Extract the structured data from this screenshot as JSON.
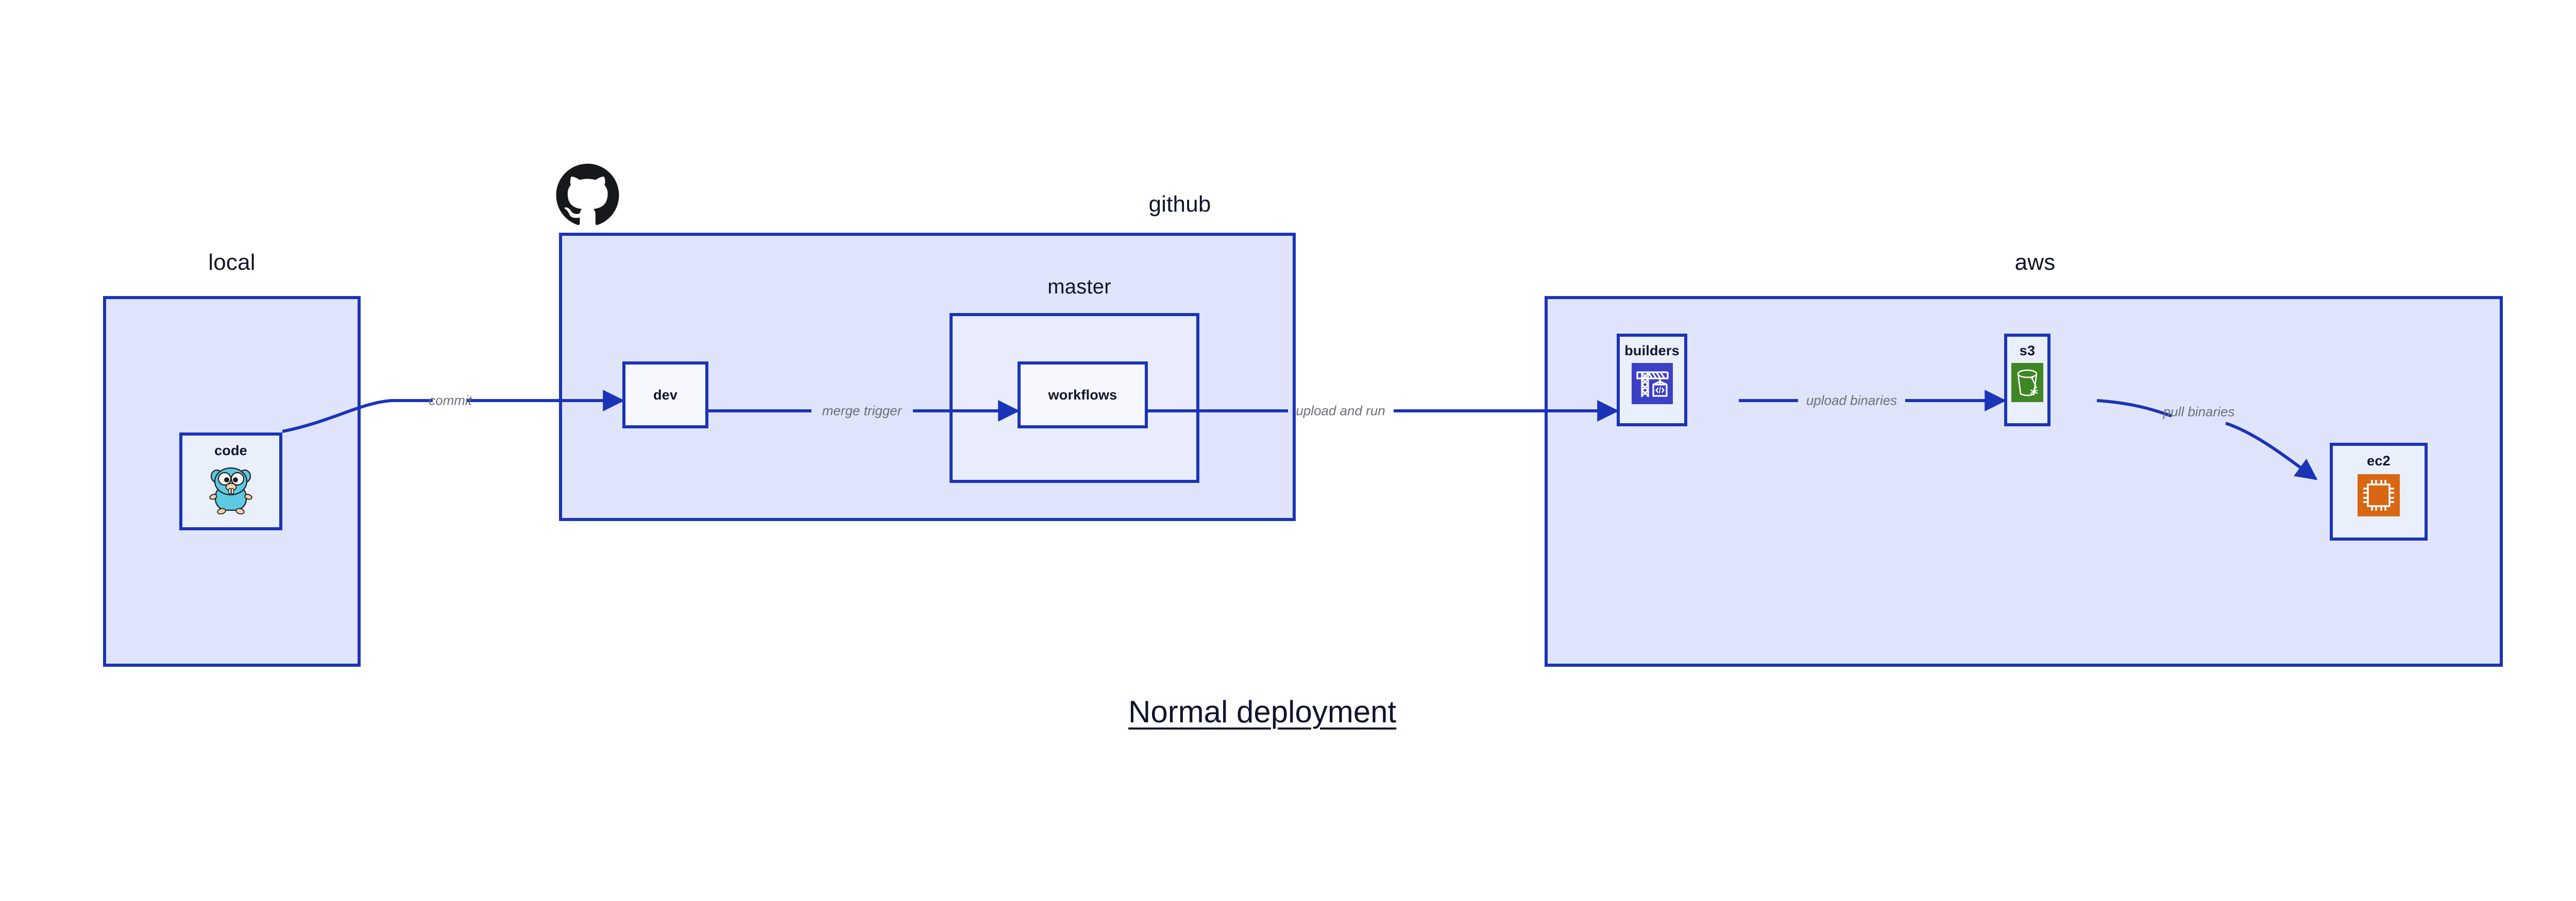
{
  "caption": "Normal deployment",
  "theme": {
    "group_fill": "#dfe4fa",
    "subgroup_fill": "#e8ecfb",
    "node_fill": "#eaeffc",
    "node_fill_white": "#f6f8fe",
    "border": "#1a34b8",
    "edge": "#1a34b8",
    "edge_label": "#6d6f76",
    "text": "#10142c",
    "gopher_cyan": "#5dc9e2",
    "codebuild_indigo": "#3c40c6",
    "s3_green": "#3f8624",
    "ec2_orange": "#d86613",
    "github_black": "#17181b"
  },
  "groups": [
    {
      "id": "local",
      "title": "local",
      "icon": null
    },
    {
      "id": "github",
      "title": "github",
      "icon": "github-octocat-icon"
    },
    {
      "id": "aws",
      "title": "aws",
      "icon": null
    }
  ],
  "subgroups": [
    {
      "id": "master",
      "title": "master",
      "parent": "github"
    }
  ],
  "nodes": [
    {
      "id": "code",
      "label": "code",
      "icon": "go-gopher-icon",
      "parent": "local"
    },
    {
      "id": "dev",
      "label": "dev",
      "icon": null,
      "parent": "github"
    },
    {
      "id": "workflows",
      "label": "workflows",
      "icon": null,
      "parent": "master"
    },
    {
      "id": "builders",
      "label": "builders",
      "icon": "aws-codebuild-crane-icon",
      "parent": "aws"
    },
    {
      "id": "s3",
      "label": "s3",
      "icon": "aws-s3-bucket-icon",
      "parent": "aws"
    },
    {
      "id": "ec2",
      "label": "ec2",
      "icon": "aws-ec2-chip-icon",
      "parent": "aws"
    }
  ],
  "edges": [
    {
      "id": "commit",
      "from": "code",
      "to": "dev",
      "label": "commit"
    },
    {
      "id": "merge-trigger",
      "from": "dev",
      "to": "workflows",
      "label": "merge trigger"
    },
    {
      "id": "upload-and-run",
      "from": "workflows",
      "to": "builders",
      "label": "upload and run"
    },
    {
      "id": "upload-binaries",
      "from": "builders",
      "to": "s3",
      "label": "upload binaries"
    },
    {
      "id": "pull-binaries",
      "from": "s3",
      "to": "ec2",
      "label": "pull binaries"
    }
  ]
}
